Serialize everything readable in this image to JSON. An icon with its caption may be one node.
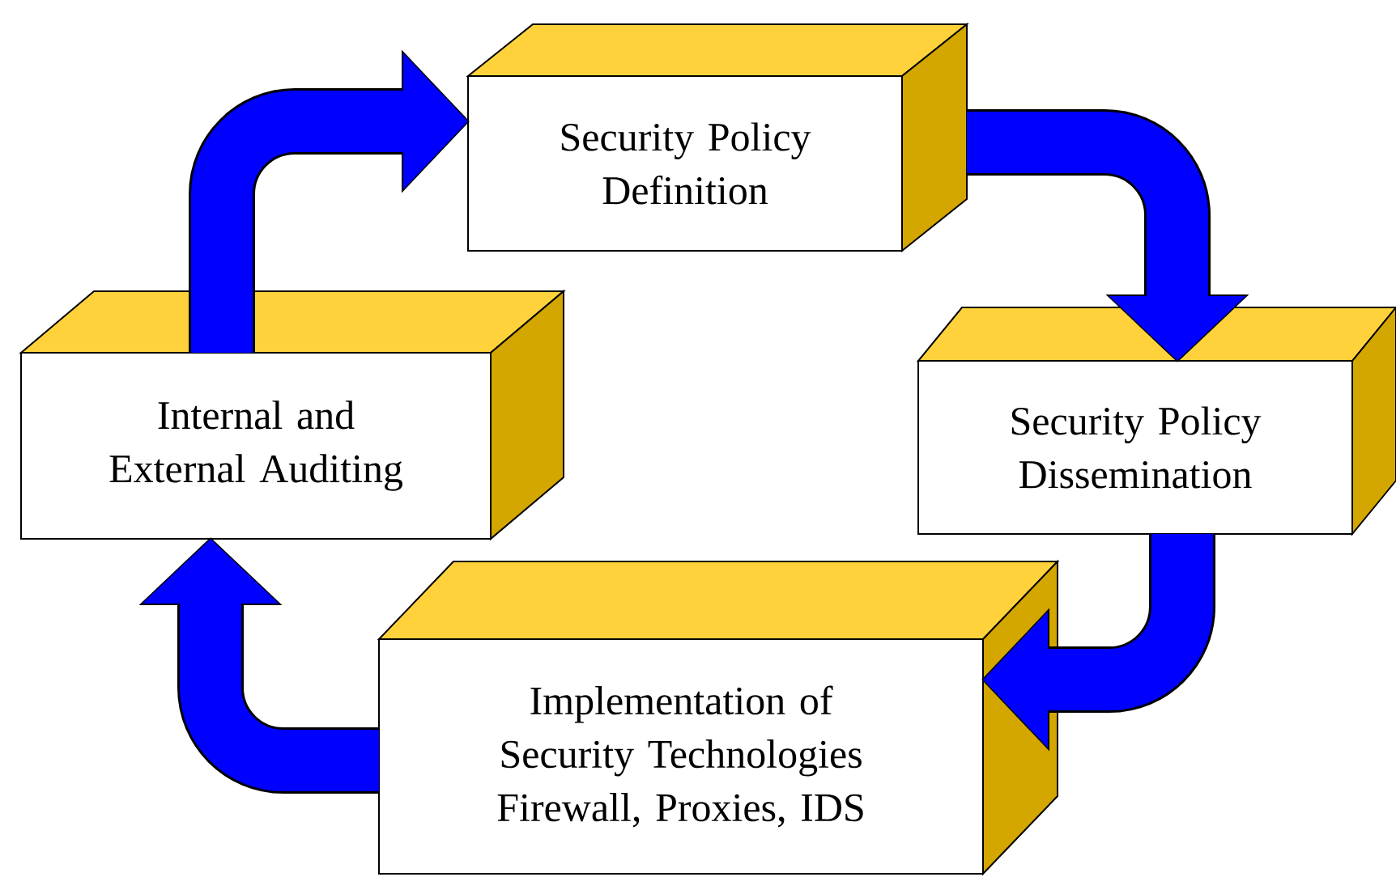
{
  "diagram": {
    "nodes": [
      {
        "text": [
          "Security Policy Definition"
        ]
      },
      {
        "text": [
          "Security Policy Dissemination"
        ]
      },
      {
        "text": [
          "Implementation of Security Technologies Firewall, Proxies, IDS"
        ]
      },
      {
        "text": [
          "Internal and External Auditing"
        ]
      }
    ],
    "edges": [
      {
        "from": 3,
        "to": 0,
        "arrow": "to"
      },
      {
        "from": 0,
        "to": 1,
        "arrow": "to"
      },
      {
        "from": 1,
        "to": 2,
        "arrow": "to"
      },
      {
        "from": 2,
        "to": 3,
        "arrow": "to"
      }
    ]
  }
}
